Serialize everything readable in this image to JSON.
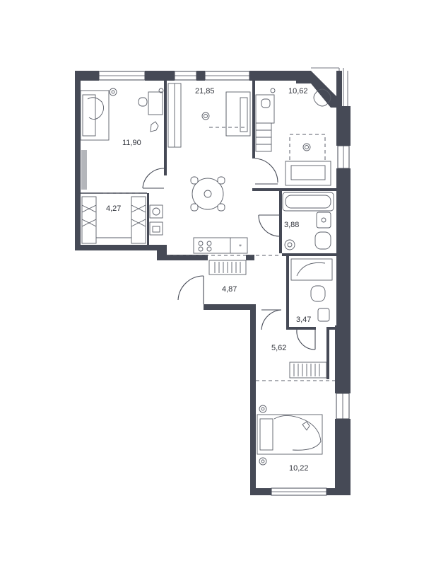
{
  "floor_plan": {
    "rooms": [
      {
        "id": "bedroom-1",
        "area": "11,90"
      },
      {
        "id": "living-kitchen",
        "area": "21,85"
      },
      {
        "id": "bedroom-2",
        "area": "10,62"
      },
      {
        "id": "wardrobe",
        "area": "4,27"
      },
      {
        "id": "bathroom",
        "area": "3,88"
      },
      {
        "id": "hall",
        "area": "4,87"
      },
      {
        "id": "toilet-shower",
        "area": "3,47"
      },
      {
        "id": "corridor",
        "area": "5,62"
      },
      {
        "id": "bedroom-3",
        "area": "10,22"
      }
    ],
    "colors": {
      "wall": "#464a56",
      "background": "#ffffff"
    }
  }
}
